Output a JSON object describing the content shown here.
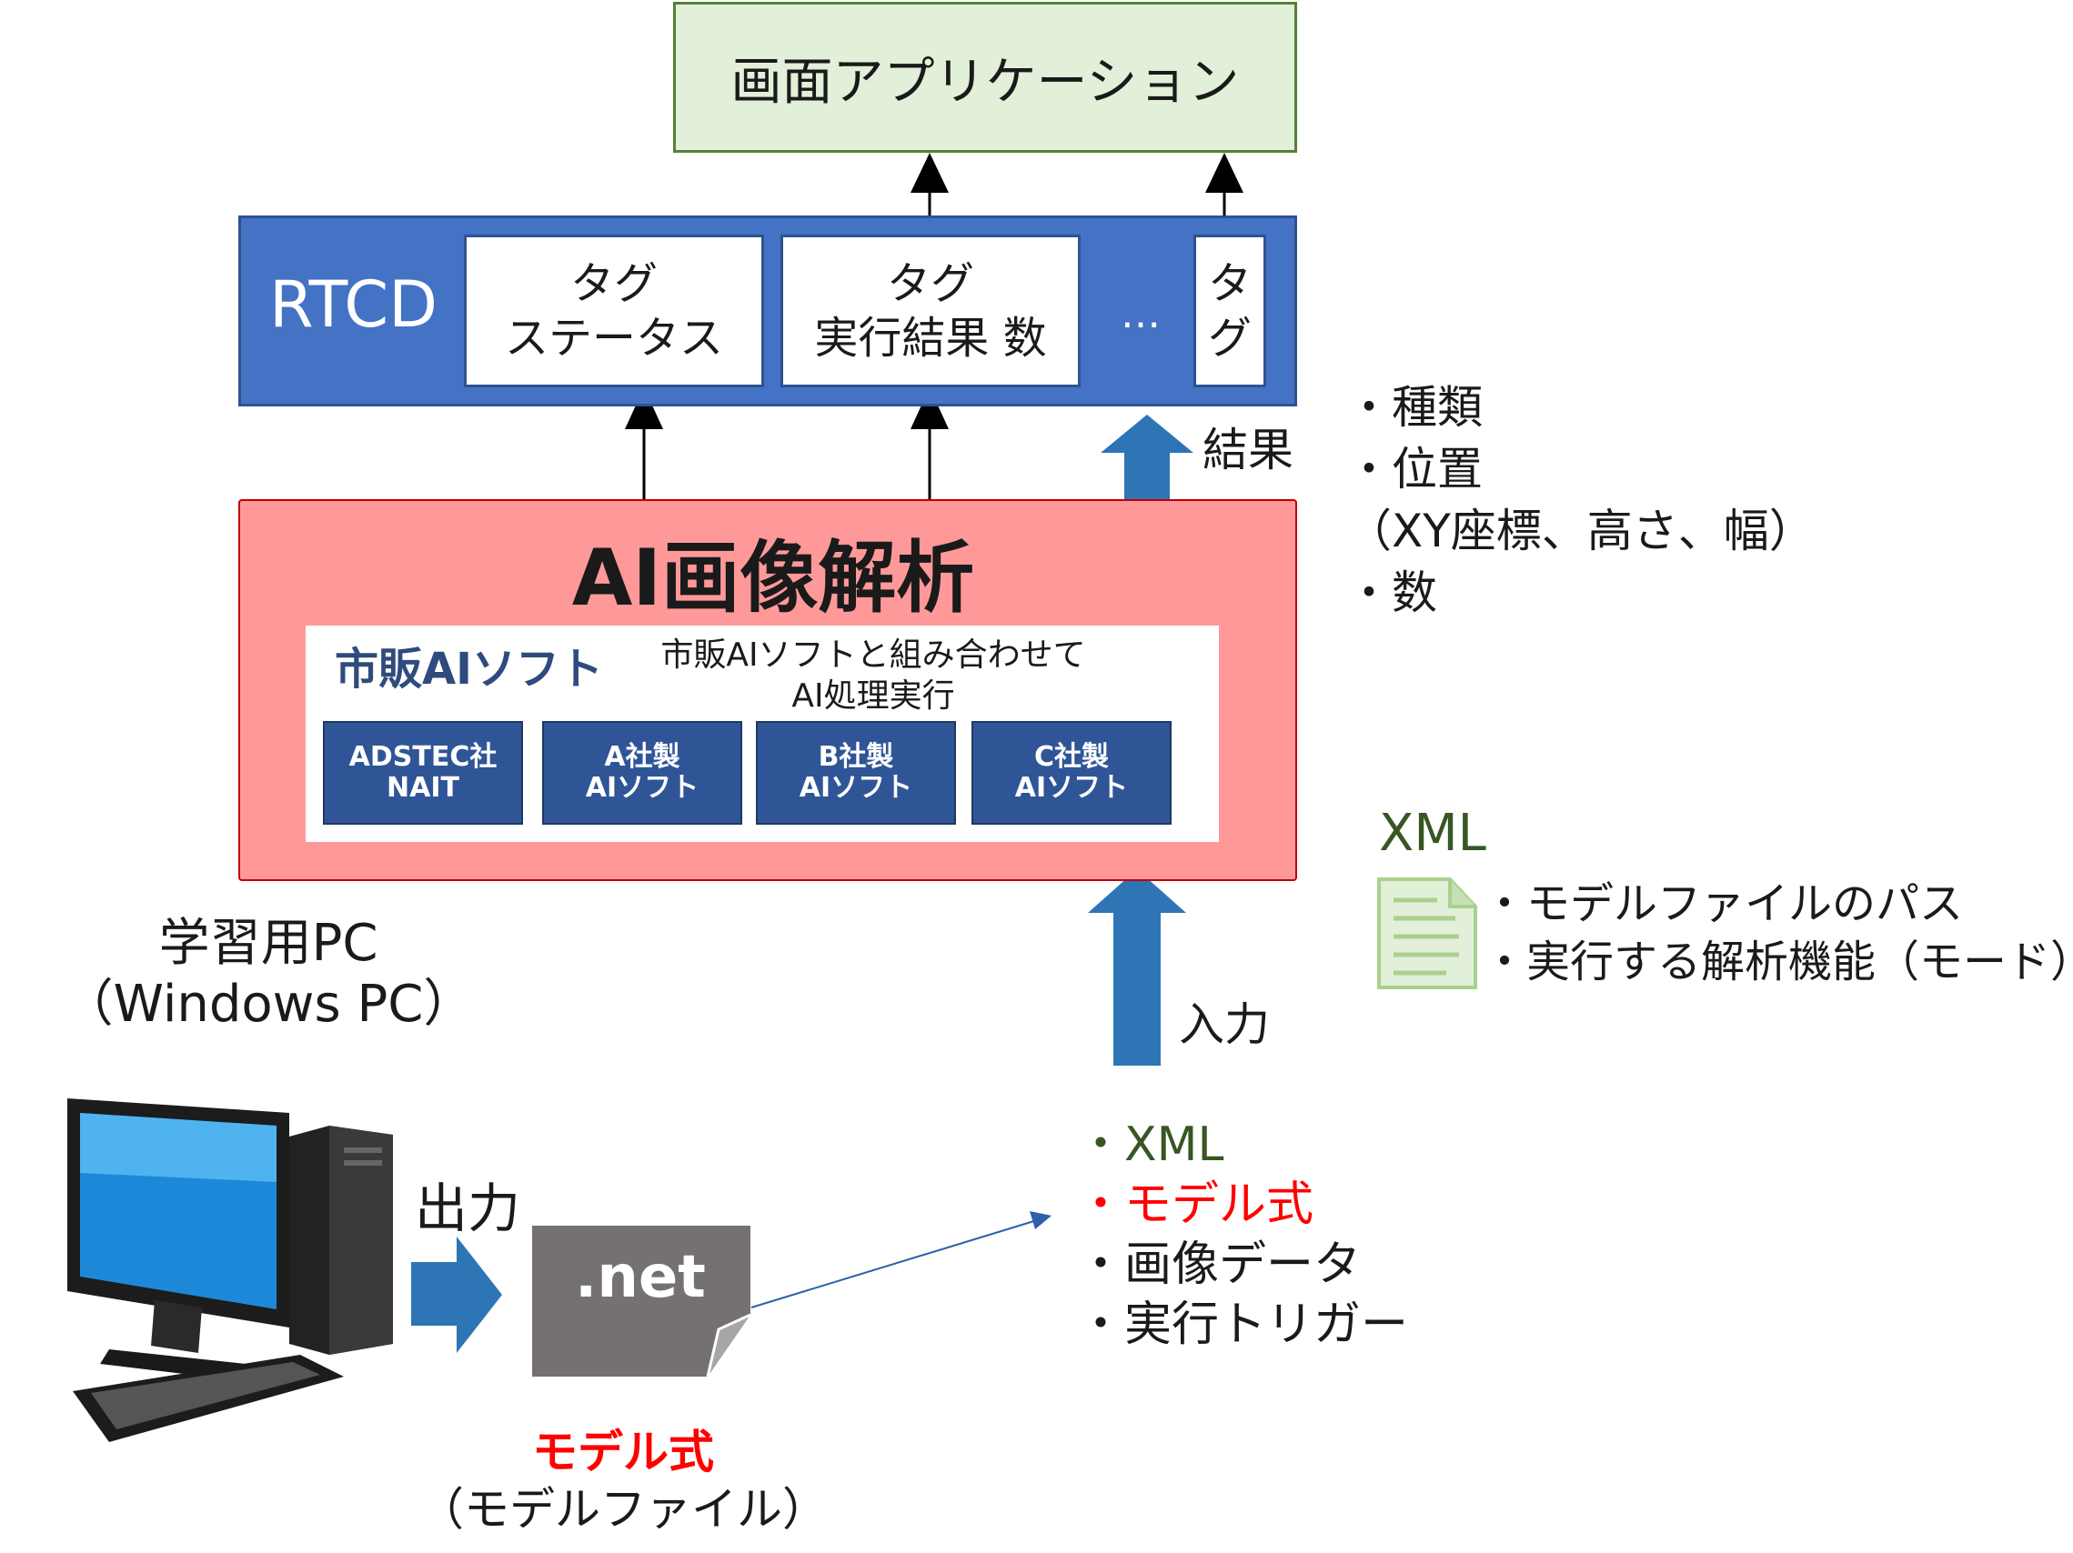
{
  "app_box": {
    "label": "画面アプリケーション"
  },
  "rtcd": {
    "label": "RTCD",
    "tags": [
      {
        "line1": "タグ",
        "line2": "ステータス"
      },
      {
        "line1": "タグ",
        "line2": "実行結果 数"
      },
      {
        "line1": "タ",
        "line2": "グ"
      }
    ],
    "ellipsis": "…"
  },
  "result": {
    "label": "結果",
    "items": [
      "・種類",
      "・位置",
      "（XY座標、高さ、幅）",
      "・数"
    ]
  },
  "ai_analysis": {
    "title": "AI画像解析",
    "software_title": "市販AIソフト",
    "description_line1": "市販AIソフトと組み合わせて",
    "description_line2": "AI処理実行",
    "vendors": [
      {
        "line1": "ADSTEC社",
        "line2": "NAIT"
      },
      {
        "line1": "A社製",
        "line2": "AIソフト"
      },
      {
        "line1": "B社製",
        "line2": "AIソフト"
      },
      {
        "line1": "C社製",
        "line2": "AIソフト"
      }
    ]
  },
  "xml_info": {
    "heading": "XML",
    "items": [
      "・モデルファイルのパス",
      "・実行する解析機能（モード）"
    ]
  },
  "input": {
    "label": "入力"
  },
  "pc": {
    "label_line1": "学習用PC",
    "label_line2": "（Windows PC）",
    "output_label": "出力",
    "file_label": ".net",
    "model_label": "モデル式",
    "model_sublabel": "（モデルファイル）"
  },
  "input_items": [
    {
      "text": "・XML",
      "color": "#375623"
    },
    {
      "text": "・モデル式",
      "color": "#ff0000"
    },
    {
      "text": "・画像データ",
      "color": "#1a1a1a"
    },
    {
      "text": "・実行トリガー",
      "color": "#1a1a1a"
    }
  ]
}
